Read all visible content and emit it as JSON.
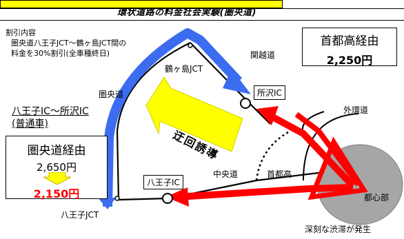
{
  "title": "環状道路の料金社会実験(圏央道)",
  "discount": {
    "heading": "割引内容",
    "line1": "圏央道八王子JCT～鶴ヶ島JCT間の",
    "line2": "料金を30%割引(全車種終日)"
  },
  "shutoko_box": {
    "label": "首都高経由",
    "price": "2,250円"
  },
  "route_section": {
    "line1": "八王子IC～所沢IC",
    "line2": "(普通車)"
  },
  "kenodo_box": {
    "label": "圏央道経由",
    "old_price": "2,650円",
    "new_price": "2,150円"
  },
  "labels": {
    "kan_etsu": "関越道",
    "tsurugashima_jct": "鶴ヶ島JCT",
    "kenodo": "圏央道",
    "tokorozawa_ic": "所沢IC",
    "gaikan": "外環道",
    "ukai": "迂回誘導",
    "chuo": "中央道",
    "shutoko": "首都高",
    "hachioji_ic": "八王子IC",
    "toshinbu": "都心部",
    "hachioji_jct": "八王子JCT",
    "congestion": "深刻な渋滞が発生"
  },
  "colors": {
    "title_strip": "#ffff00",
    "blue_arrow": "#3c6df0",
    "red_arrow": "#ff0000",
    "yellow_arrow": "#ffff00",
    "gray_area": "#a6a6a6",
    "new_price": "#ff0000"
  }
}
